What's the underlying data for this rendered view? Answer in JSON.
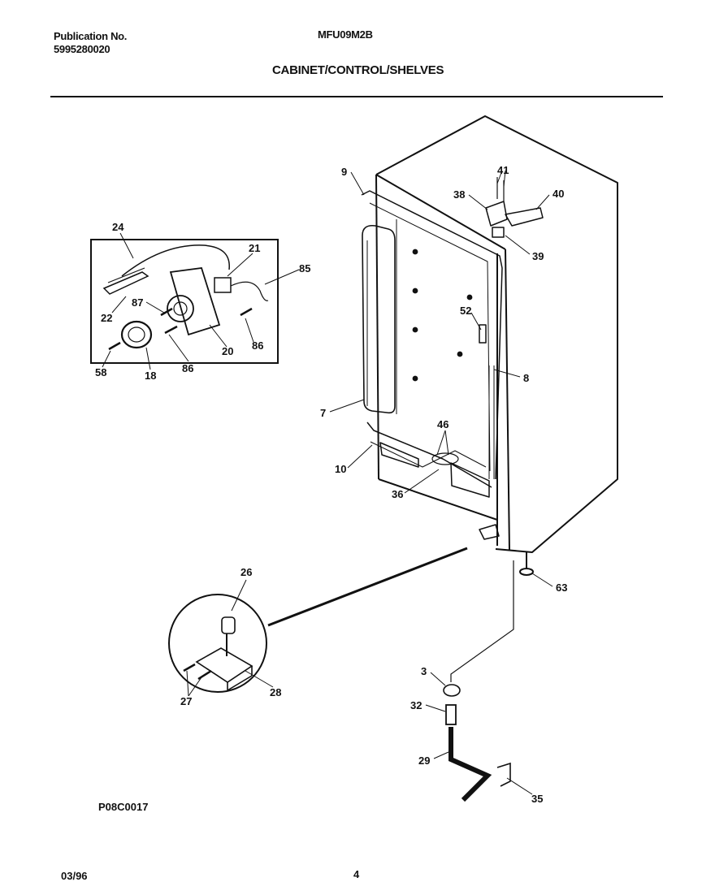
{
  "header": {
    "publication_label": "Publication No.",
    "publication_number": "5995280020",
    "model": "MFU09M2B",
    "title": "CABINET/CONTROL/SHELVES"
  },
  "callouts": {
    "c3": "3",
    "c7": "7",
    "c8": "8",
    "c9": "9",
    "c10": "10",
    "c18": "18",
    "c20": "20",
    "c21": "21",
    "c22": "22",
    "c24": "24",
    "c26": "26",
    "c27": "27",
    "c28": "28",
    "c29": "29",
    "c32": "32",
    "c35": "35",
    "c36": "36",
    "c38": "38",
    "c39": "39",
    "c40": "40",
    "c41": "41",
    "c46": "46",
    "c52": "52",
    "c58": "58",
    "c63": "63",
    "c85": "85",
    "c86a": "86",
    "c86b": "86",
    "c87": "87"
  },
  "footer": {
    "figure_code": "P08C0017",
    "date": "03/96",
    "page": "4"
  }
}
